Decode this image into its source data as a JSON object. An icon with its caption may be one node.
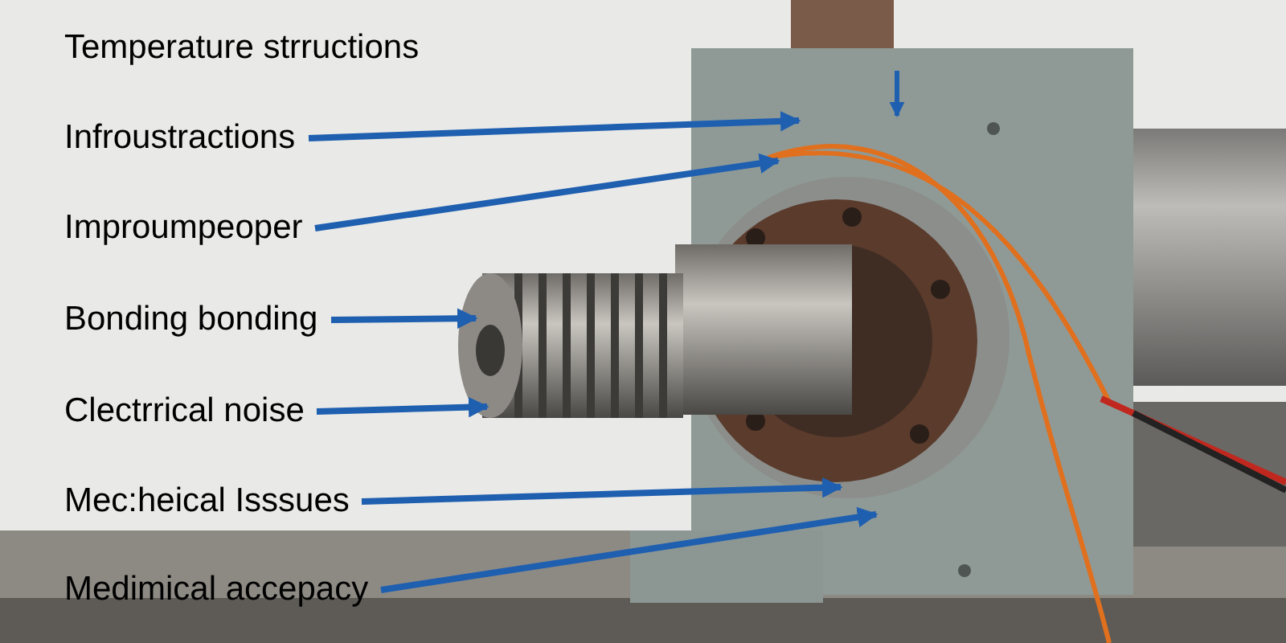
{
  "diagram": {
    "nodes": [
      {
        "text": [
          "Temperature strructions"
        ]
      },
      {
        "text": [
          "Infroustractions"
        ]
      },
      {
        "text": [
          "Improumpeoper"
        ]
      },
      {
        "text": [
          "Bonding bonding"
        ]
      },
      {
        "text": [
          "Clectrrical noise"
        ]
      },
      {
        "text": [
          "Mec:heical Isssues"
        ]
      },
      {
        "text": [
          "Medimical accepacy"
        ]
      }
    ],
    "edges": [
      {
        "from": 1,
        "to": null,
        "arrow": "to"
      },
      {
        "from": 2,
        "to": null,
        "arrow": "to"
      },
      {
        "from": 3,
        "to": null,
        "arrow": "to"
      },
      {
        "from": 4,
        "to": null,
        "arrow": "to"
      },
      {
        "from": 5,
        "to": null,
        "arrow": "to"
      },
      {
        "from": 6,
        "to": null,
        "arrow": "to"
      }
    ]
  }
}
